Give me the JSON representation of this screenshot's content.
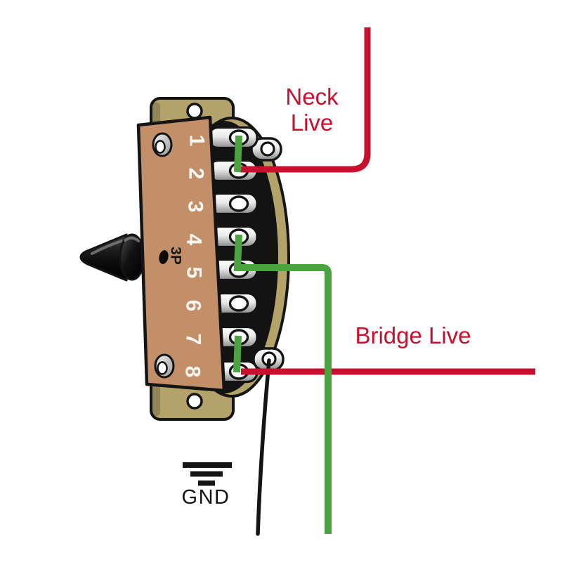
{
  "diagram": {
    "type": "guitar-selector-switch-wiring",
    "labels": {
      "neck_live_line1": "Neck",
      "neck_live_line2": "Live",
      "bridge_live": "Bridge Live",
      "ground": "GND",
      "switch_marking": "3P"
    },
    "terminals": [
      "1",
      "2",
      "3",
      "4",
      "5",
      "6",
      "7",
      "8"
    ],
    "wires": [
      {
        "name": "neck-live-wire",
        "color": "#c8102e",
        "from": "terminal-2",
        "to": "top-edge"
      },
      {
        "name": "bridge-live-wire",
        "color": "#c8102e",
        "from": "terminal-8",
        "to": "right-edge"
      },
      {
        "name": "jumper-1-2",
        "color": "#4aa33e",
        "from": "terminal-1",
        "to": "terminal-2"
      },
      {
        "name": "jumper-4-5-out",
        "color": "#4aa33e",
        "from": "terminal-4",
        "to": "terminal-5-then-bottom-edge"
      },
      {
        "name": "jumper-7-8",
        "color": "#4aa33e",
        "from": "terminal-7",
        "to": "terminal-8"
      },
      {
        "name": "ground-wire",
        "color": "#141414",
        "from": "side-lug-bottom",
        "to": "bottom-edge"
      }
    ],
    "colors": {
      "hot-wire": "#c8102e",
      "jumper-wire": "#4aa33e",
      "ground-wire": "#141414",
      "body": "#c28f68",
      "plate": "#b3a369"
    }
  }
}
